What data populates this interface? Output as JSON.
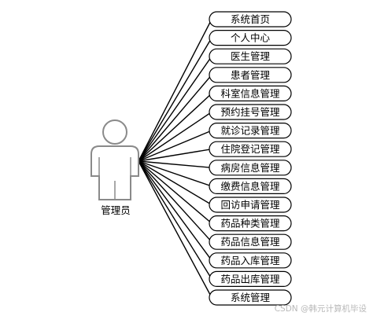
{
  "actor": {
    "label": "管理员"
  },
  "use_cases": [
    "系统首页",
    "个人中心",
    "医生管理",
    "患者管理",
    "科室信息管理",
    "预约挂号管理",
    "就诊记录管理",
    "住院登记管理",
    "病房信息管理",
    "缴费信息管理",
    "回访申请管理",
    "药品种类管理",
    "药品信息管理",
    "药品入库管理",
    "药品出库管理",
    "系统管理"
  ],
  "watermark": "CSDN @韩元计算机毕设"
}
